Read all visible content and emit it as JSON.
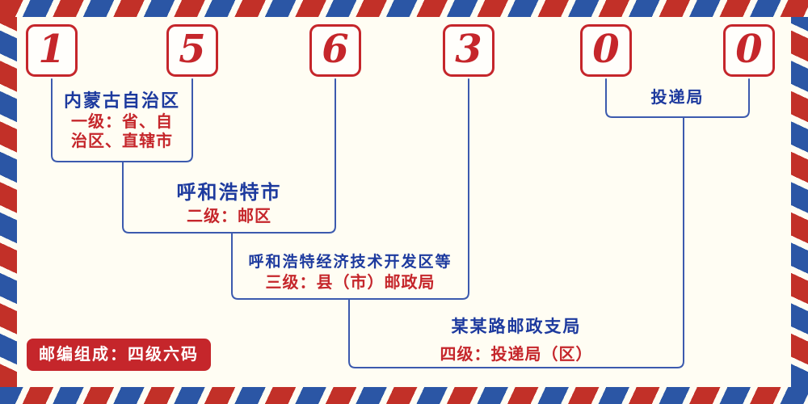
{
  "postal_code": {
    "digits": [
      "1",
      "5",
      "6",
      "3",
      "0",
      "0"
    ]
  },
  "labels": {
    "level1": {
      "name": "内蒙古自治区",
      "desc_line1": "一级：省、自",
      "desc_line2": "治区、直辖市"
    },
    "level2": {
      "name": "呼和浩特市",
      "desc": "二级：邮区"
    },
    "level3": {
      "name": "呼和浩特经济技术开发区等",
      "desc": "三级：县（市）邮政局"
    },
    "level4": {
      "name": "某某路邮政支局",
      "desc": "四级：投递局（区）"
    },
    "delivery": {
      "name": "投递局"
    }
  },
  "footer": {
    "composition_label": "邮编组成：四级六码"
  },
  "colors": {
    "red": "#c5262b",
    "blue_text": "#1d3a9e",
    "line_blue": "#3c5aae",
    "stripe_red": "#c23028",
    "stripe_blue": "#2b56a5",
    "background": "#fffdf3"
  }
}
